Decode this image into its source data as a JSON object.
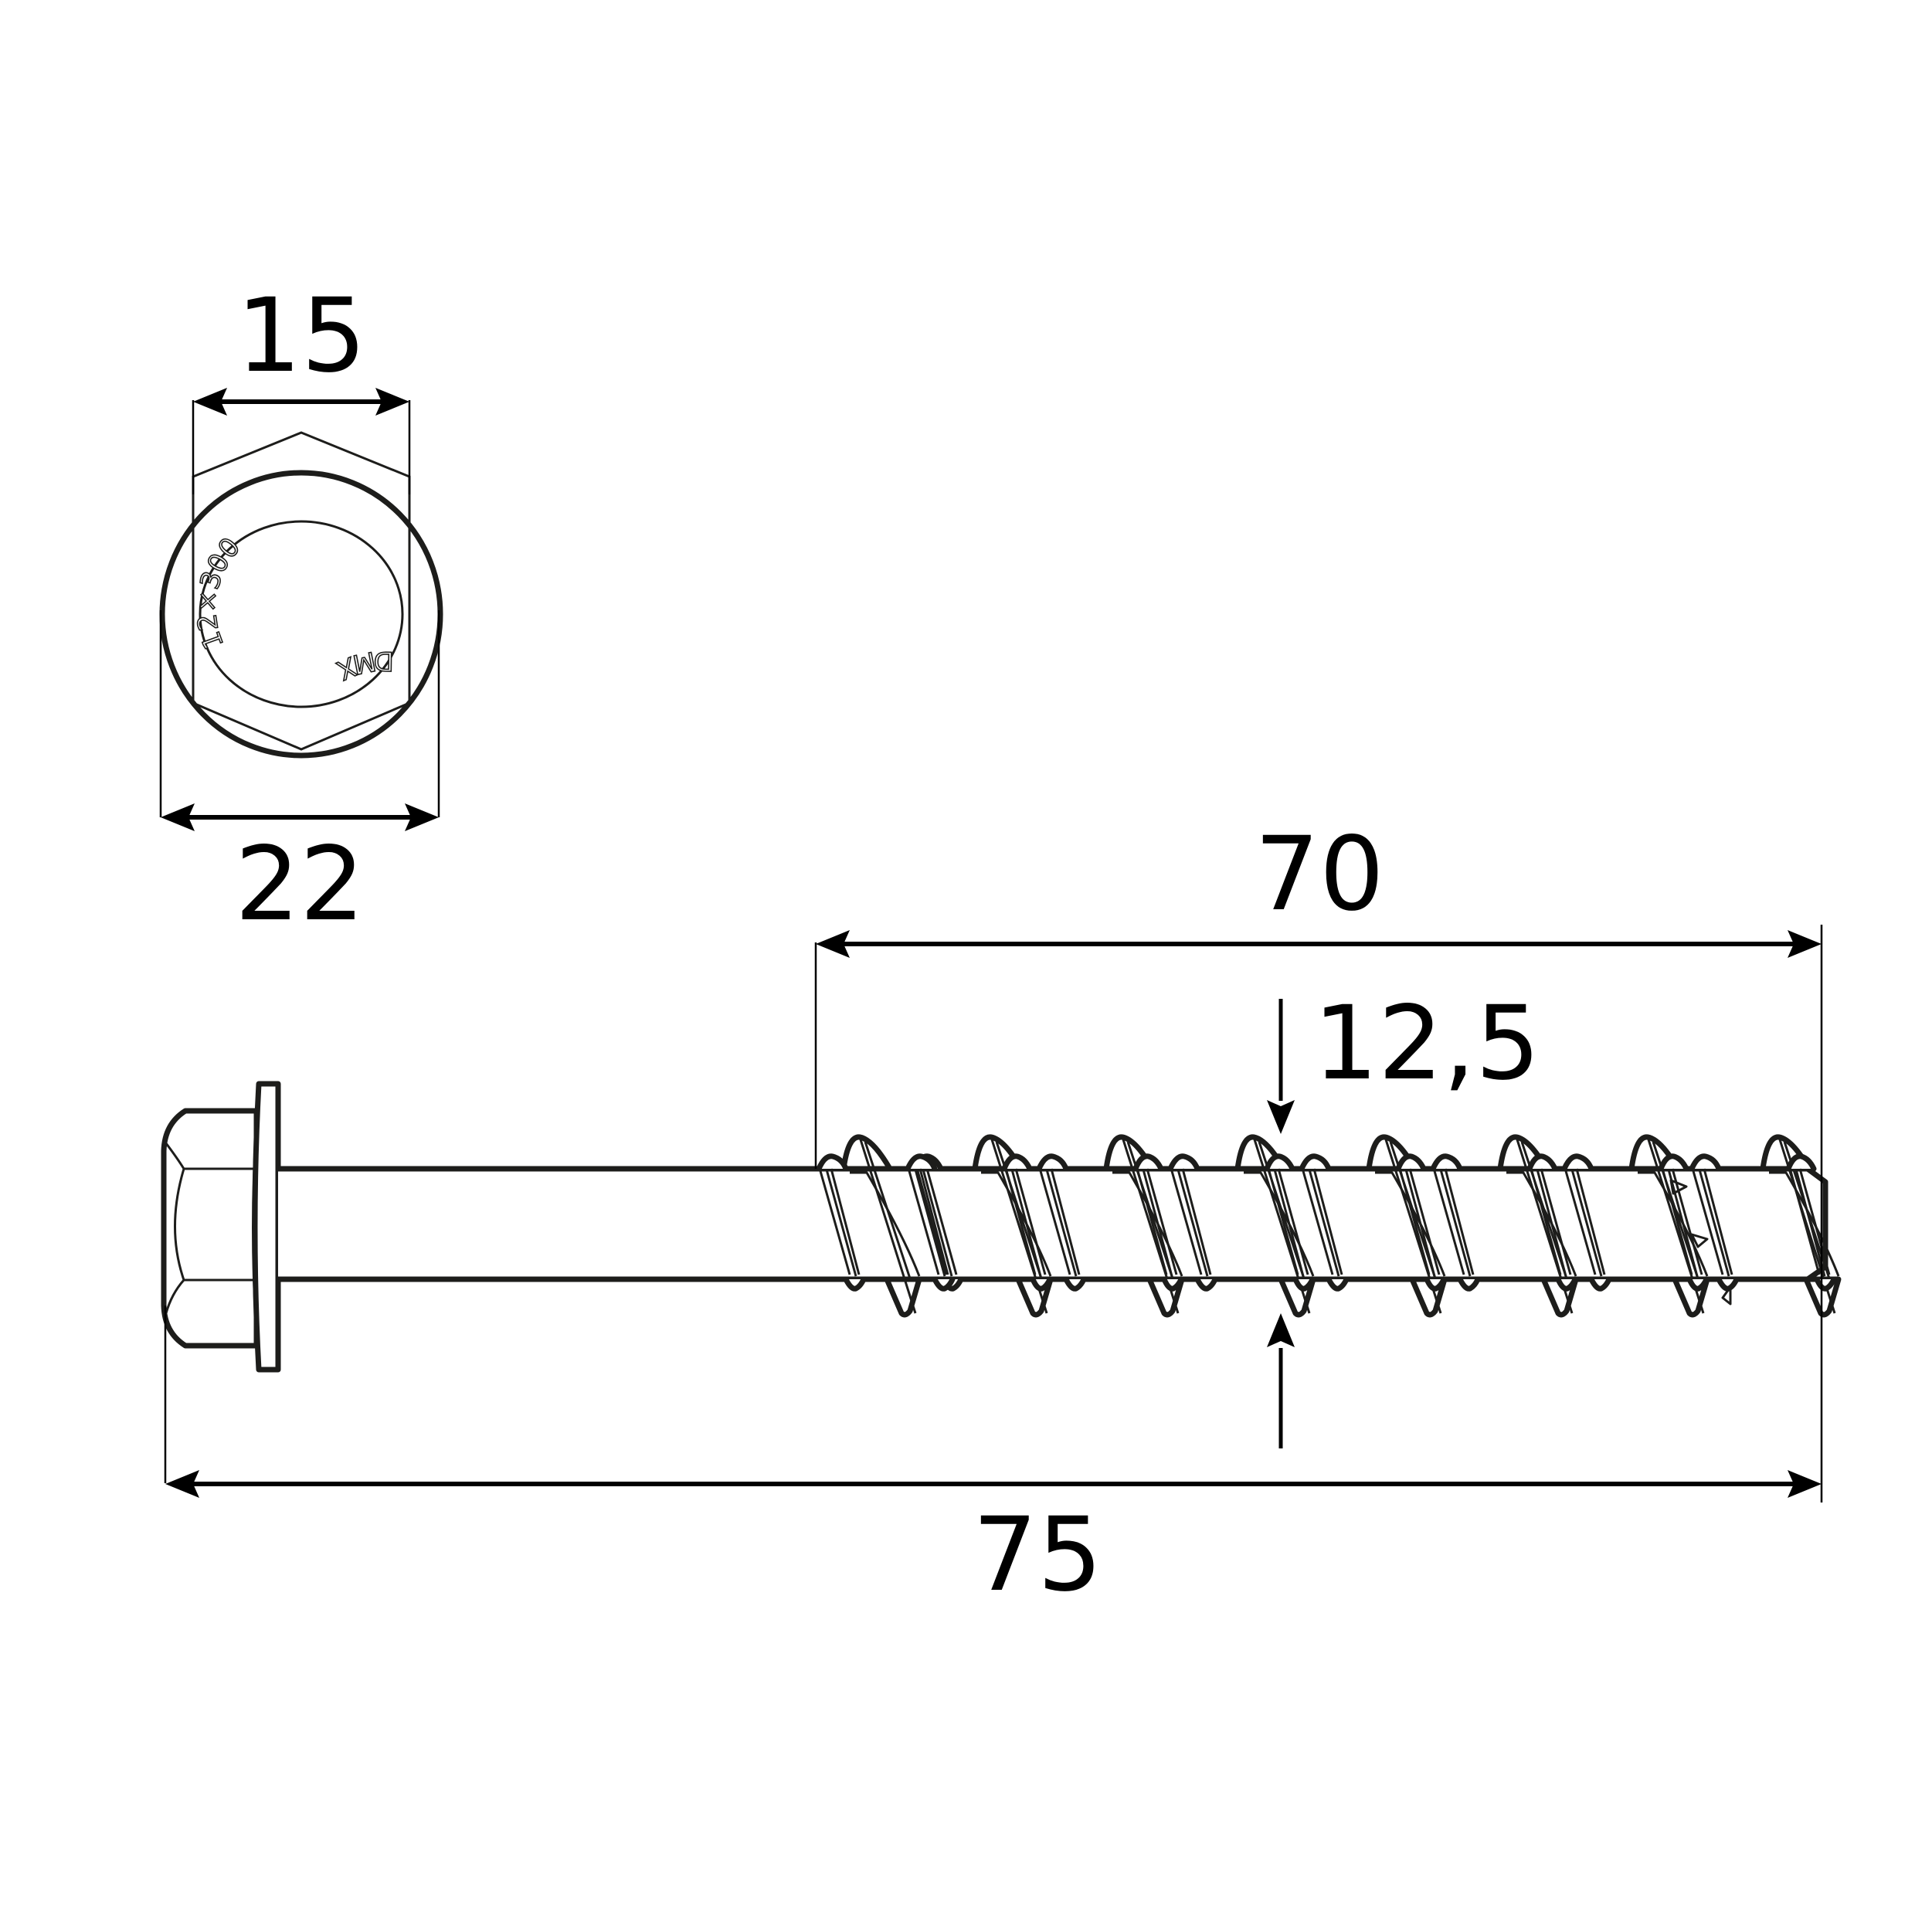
{
  "drawing": {
    "subject": "Concrete screw with hex flange head",
    "head_view": {
      "marking_size": "12×300",
      "marking_brand": "DMX"
    },
    "dimensions": {
      "hex_across_flats": "15",
      "flange_diameter": "22",
      "thread_length": "70",
      "thread_diameter": "12,5",
      "total_length": "75"
    },
    "colors": {
      "line": "#1d1d1b",
      "background": "#ffffff"
    }
  }
}
